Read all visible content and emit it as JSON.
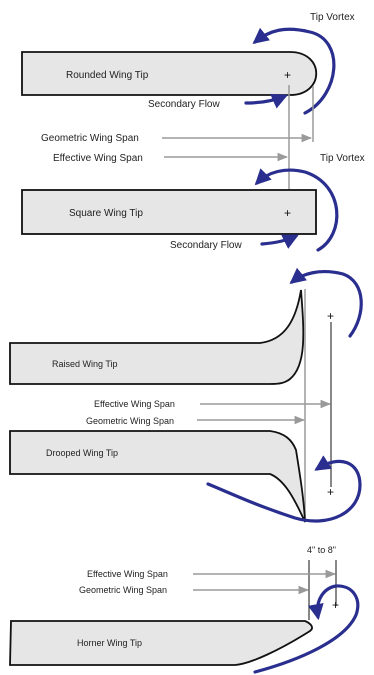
{
  "labels": {
    "tip_vortex_top": "Tip Vortex",
    "rounded_tip": "Rounded Wing Tip",
    "secondary_flow_1": "Secondary Flow",
    "geometric_span_1": "Geometric Wing Span",
    "effective_span_1": "Effective Wing Span",
    "tip_vortex_mid": "Tip Vortex",
    "square_tip": "Square Wing Tip",
    "secondary_flow_2": "Secondary Flow",
    "raised_tip": "Raised Wing Tip",
    "effective_span_2": "Effective Wing Span",
    "geometric_span_2": "Geometric Wing Span",
    "drooped_tip": "Drooped Wing Tip",
    "offset_note": "4\" to 8\"",
    "effective_span_3": "Effective Wing Span",
    "geometric_span_3": "Geometric Wing Span",
    "horner_tip": "Horner Wing Tip",
    "plus": "+"
  },
  "colors": {
    "vortex": "#2a2f8f",
    "span_arrow": "#9a9a9a",
    "wing_fill": "#e6e6e6"
  }
}
